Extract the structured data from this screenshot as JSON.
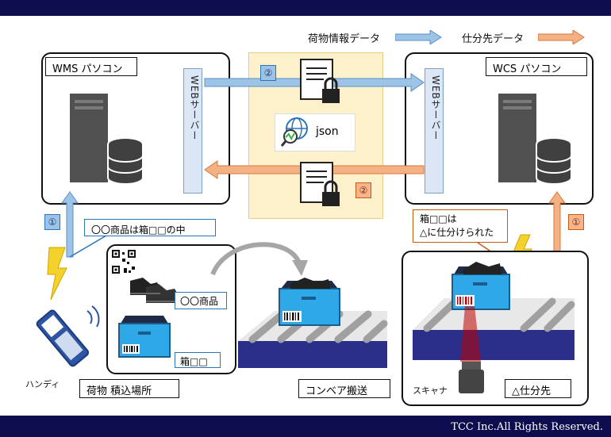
{
  "legend": {
    "info_data": "荷物情報データ",
    "sort_data": "仕分先データ"
  },
  "wms": {
    "title": "WMS パソコン",
    "web_server": "WEBサーバー"
  },
  "wcs": {
    "title": "WCS パソコン",
    "web_server": "WEBサーバー"
  },
  "center": {
    "json_label": "json",
    "step2_top": "②",
    "step2_bottom": "②"
  },
  "left_flow": {
    "step1": "①",
    "message": "〇〇商品は箱□□の中",
    "device_label": "ハンディ"
  },
  "loading_area": {
    "product_label": "〇〇商品",
    "box_label": "箱□□",
    "title": "荷物 積込場所"
  },
  "conveyor": {
    "title": "コンベア搬送"
  },
  "sort_area": {
    "step1": "①",
    "message_line1": "箱□□は",
    "message_line2": "△に仕分けられた",
    "scanner_label": "スキャナ",
    "title": "△仕分先"
  },
  "footer": {
    "copyright": "TCC Inc.All Rights Reserved."
  },
  "colors": {
    "bar": "#0d0d4f",
    "blue_arrow": "#9dc3e6",
    "orange_arrow": "#f4b183",
    "center_bg": "#fdf1cb"
  }
}
